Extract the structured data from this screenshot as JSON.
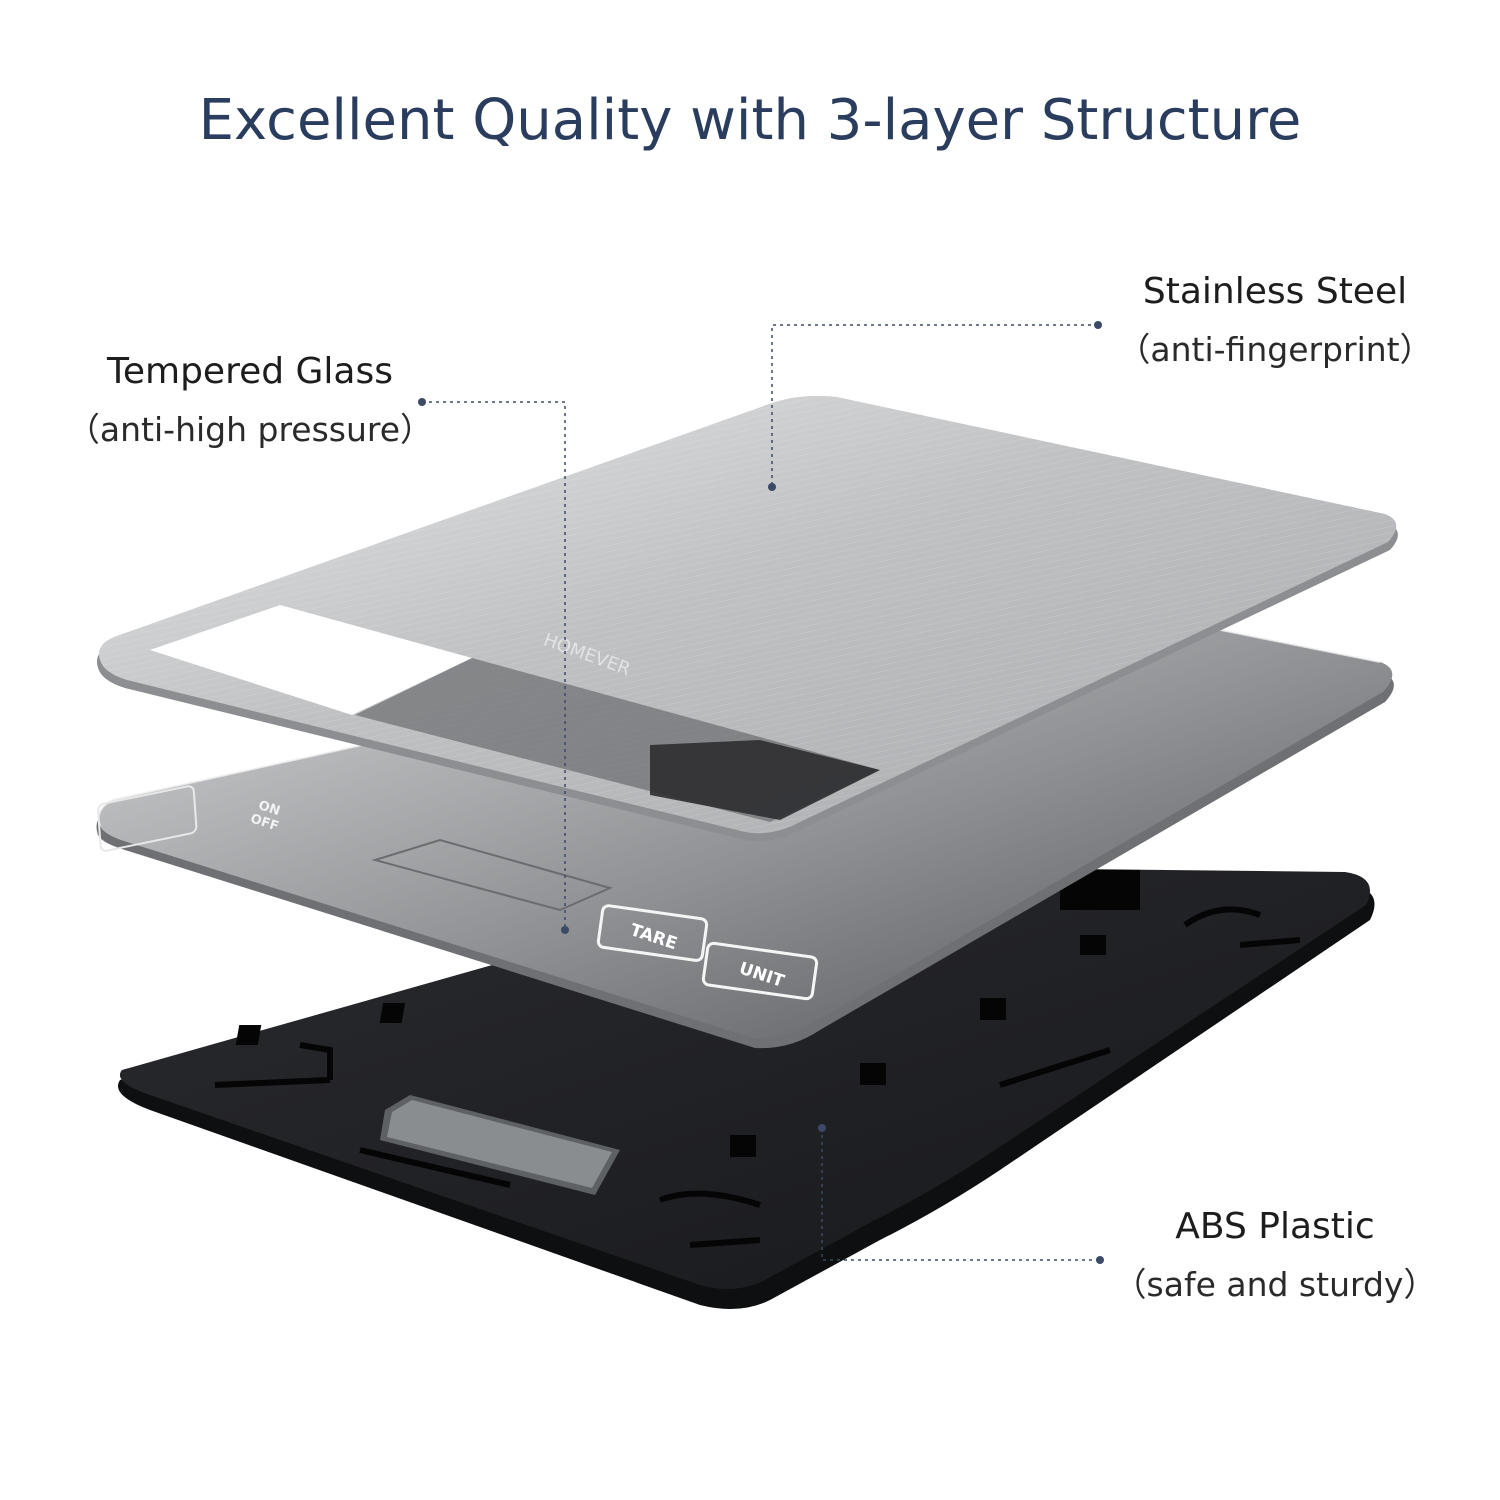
{
  "title": "Excellent Quality with 3-layer Structure",
  "layers": [
    {
      "id": "steel",
      "name": "Stainless Steel",
      "note": "（anti-fingerprint）"
    },
    {
      "id": "glass",
      "name": "Tempered Glass",
      "note": "（anti-high pressure）"
    },
    {
      "id": "abs",
      "name": "ABS Plastic",
      "note": "（safe and sturdy）"
    }
  ],
  "scale": {
    "brand": "HOMEVER",
    "buttons": {
      "power": "ON\nOFF",
      "tare": "TARE",
      "unit": "UNIT"
    }
  },
  "colors": {
    "title": "#2b3d5e",
    "leader": "#3b4a66",
    "base": "#1f2024",
    "steel": "#c9cbcd"
  }
}
